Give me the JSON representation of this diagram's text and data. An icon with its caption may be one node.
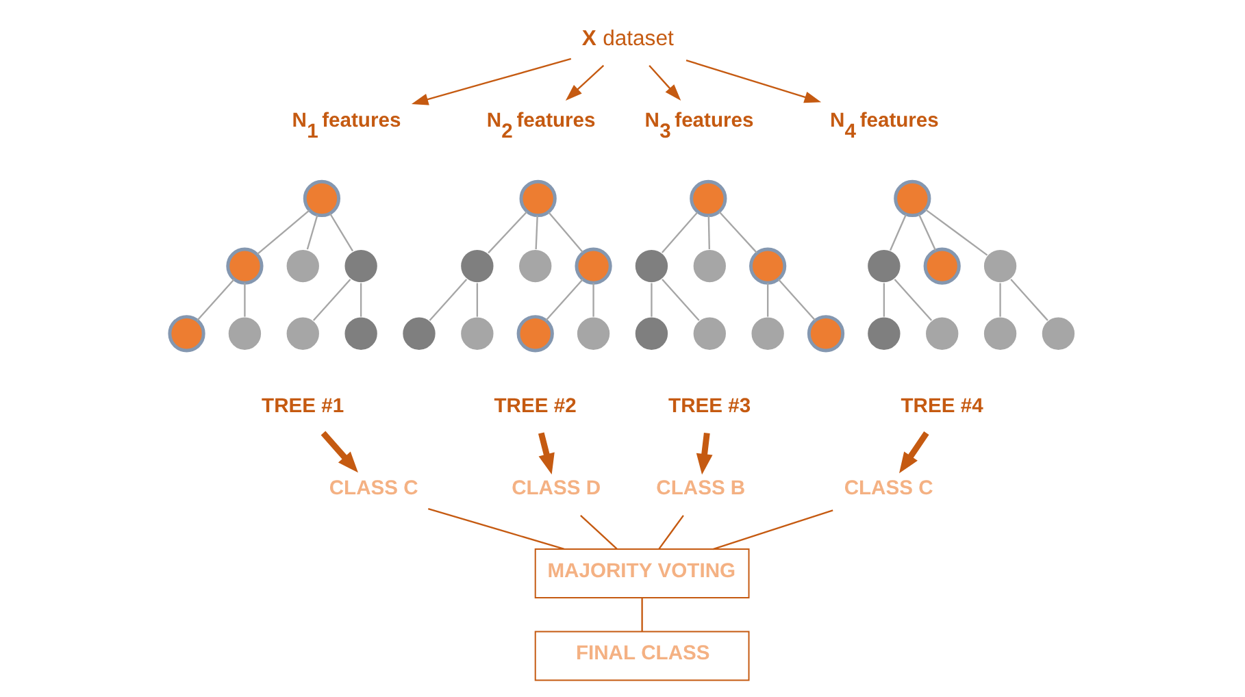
{
  "diagram": {
    "nodes": [
      {
        "text": [
          "**X** dataset"
        ]
      },
      {
        "text": [
          "N$_{1}$ features"
        ]
      },
      {
        "text": [
          "N$_{2}$ features"
        ]
      },
      {
        "text": [
          "N$_{3}$ features"
        ]
      },
      {
        "text": [
          "N$_{4}$ features"
        ]
      },
      {
        "text": [],
        "shape": "circle"
      },
      {
        "text": [],
        "shape": "circle"
      },
      {
        "text": [],
        "shape": "circle"
      },
      {
        "text": [],
        "shape": "circle"
      },
      {
        "text": [],
        "shape": "circle"
      },
      {
        "text": [],
        "shape": "circle"
      },
      {
        "text": [],
        "shape": "circle"
      },
      {
        "text": [],
        "shape": "circle"
      },
      {
        "text": [],
        "shape": "circle"
      },
      {
        "text": [],
        "shape": "circle"
      },
      {
        "text": [],
        "shape": "circle"
      },
      {
        "text": [],
        "shape": "circle"
      },
      {
        "text": [],
        "shape": "circle"
      },
      {
        "text": [],
        "shape": "circle"
      },
      {
        "text": [],
        "shape": "circle"
      },
      {
        "text": [],
        "shape": "circle"
      },
      {
        "text": [],
        "shape": "circle"
      },
      {
        "text": [],
        "shape": "circle"
      },
      {
        "text": [],
        "shape": "circle"
      },
      {
        "text": [],
        "shape": "circle"
      },
      {
        "text": [],
        "shape": "circle"
      },
      {
        "text": [],
        "shape": "circle"
      },
      {
        "text": [],
        "shape": "circle"
      },
      {
        "text": [],
        "shape": "circle"
      },
      {
        "text": [],
        "shape": "circle"
      },
      {
        "text": [],
        "shape": "circle"
      },
      {
        "text": [],
        "shape": "circle"
      },
      {
        "text": [],
        "shape": "circle"
      },
      {
        "text": [],
        "shape": "circle"
      },
      {
        "text": [],
        "shape": "circle"
      },
      {
        "text": [],
        "shape": "circle"
      },
      {
        "text": [],
        "shape": "circle"
      },
      {
        "text": [
          "TREE #1"
        ]
      },
      {
        "text": [
          "TREE #2"
        ]
      },
      {
        "text": [
          "TREE #3"
        ]
      },
      {
        "text": [
          "TREE #4"
        ]
      },
      {
        "text": [
          "CLASS C"
        ]
      },
      {
        "text": [
          "CLASS D"
        ]
      },
      {
        "text": [
          "CLASS B"
        ]
      },
      {
        "text": [
          "CLASS C"
        ]
      },
      {
        "text": [
          "MAJORITY VOTING"
        ]
      },
      {
        "text": [
          "FINAL CLASS"
        ]
      }
    ],
    "edges": [
      {
        "from": 0,
        "to": 1,
        "arrow": "to",
        "color": "#c55a11"
      },
      {
        "from": 0,
        "to": 2,
        "arrow": "to",
        "color": "#c55a11"
      },
      {
        "from": 0,
        "to": 3,
        "arrow": "to",
        "color": "#c55a11"
      },
      {
        "from": 0,
        "to": 4,
        "arrow": "to",
        "color": "#c55a11"
      },
      {
        "from": 5,
        "to": 6,
        "arrow": "none"
      },
      {
        "from": 5,
        "to": 7,
        "arrow": "none"
      },
      {
        "from": 5,
        "to": 8,
        "arrow": "none"
      },
      {
        "from": 6,
        "to": 9,
        "arrow": "none"
      },
      {
        "from": 6,
        "to": 10,
        "arrow": "none"
      },
      {
        "from": 8,
        "to": 11,
        "arrow": "none"
      },
      {
        "from": 8,
        "to": 12,
        "arrow": "none"
      },
      {
        "from": 13,
        "to": 14,
        "arrow": "none"
      },
      {
        "from": 13,
        "to": 15,
        "arrow": "none"
      },
      {
        "from": 13,
        "to": 16,
        "arrow": "none"
      },
      {
        "from": 14,
        "to": 17,
        "arrow": "none"
      },
      {
        "from": 14,
        "to": 18,
        "arrow": "none"
      },
      {
        "from": 16,
        "to": 19,
        "arrow": "none"
      },
      {
        "from": 16,
        "to": 20,
        "arrow": "none"
      },
      {
        "from": 21,
        "to": 22,
        "arrow": "none"
      },
      {
        "from": 21,
        "to": 23,
        "arrow": "none"
      },
      {
        "from": 21,
        "to": 24,
        "arrow": "none"
      },
      {
        "from": 22,
        "to": 25,
        "arrow": "none"
      },
      {
        "from": 22,
        "to": 26,
        "arrow": "none"
      },
      {
        "from": 24,
        "to": 27,
        "arrow": "none"
      },
      {
        "from": 24,
        "to": 28,
        "arrow": "none"
      },
      {
        "from": 29,
        "to": 30,
        "arrow": "none"
      },
      {
        "from": 29,
        "to": 31,
        "arrow": "none"
      },
      {
        "from": 29,
        "to": 32,
        "arrow": "none"
      },
      {
        "from": 30,
        "to": 33,
        "arrow": "none"
      },
      {
        "from": 30,
        "to": 34,
        "arrow": "none"
      },
      {
        "from": 32,
        "to": 35,
        "arrow": "none"
      },
      {
        "from": 32,
        "to": 36,
        "arrow": "none"
      },
      {
        "from": 37,
        "to": 41,
        "arrow": "to",
        "style": "thick",
        "color": "#c55a11"
      },
      {
        "from": 38,
        "to": 42,
        "arrow": "to",
        "style": "thick",
        "color": "#c55a11"
      },
      {
        "from": 39,
        "to": 43,
        "arrow": "to",
        "style": "thick",
        "color": "#c55a11"
      },
      {
        "from": 40,
        "to": 44,
        "arrow": "to",
        "style": "thick",
        "color": "#c55a11"
      },
      {
        "from": 41,
        "to": 45,
        "arrow": "none",
        "color": "#c55a11"
      },
      {
        "from": 42,
        "to": 45,
        "arrow": "none",
        "color": "#c55a11"
      },
      {
        "from": 43,
        "to": 45,
        "arrow": "none",
        "color": "#c55a11"
      },
      {
        "from": 44,
        "to": 45,
        "arrow": "none",
        "color": "#c55a11"
      },
      {
        "from": 45,
        "to": 46,
        "arrow": "none",
        "color": "#c55a11"
      }
    ]
  }
}
